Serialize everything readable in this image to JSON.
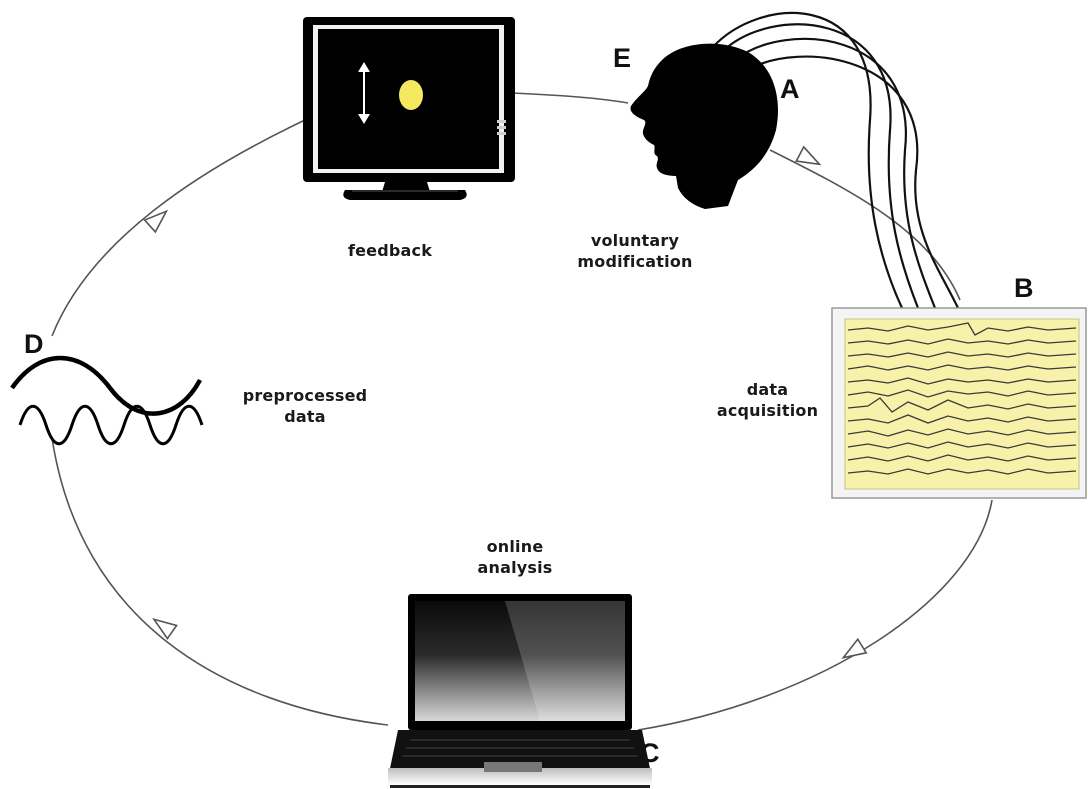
{
  "labels": {
    "A": "A",
    "B": "B",
    "C": "C",
    "D": "D",
    "E": "E"
  },
  "captions": {
    "feedback": "feedback",
    "voluntary_line1": "voluntary",
    "voluntary_line2": "modification",
    "data_line1": "data",
    "data_line2": "acquisition",
    "online_line1": "online",
    "online_line2": "analysis",
    "preprocessed_line1": "preprocessed",
    "preprocessed_line2": "data"
  },
  "colors": {
    "eeg_screen": "#f7f1a9",
    "eeg_trace": "#3a3a3a",
    "feedback_ball": "#f5e960",
    "silhouette": "#000000",
    "cycle_line": "#555555"
  },
  "icons": {
    "head": "head-silhouette-icon",
    "monitor": "monitor-icon",
    "eeg": "eeg-display-icon",
    "laptop": "laptop-icon",
    "waves": "wave-signal-icon"
  }
}
